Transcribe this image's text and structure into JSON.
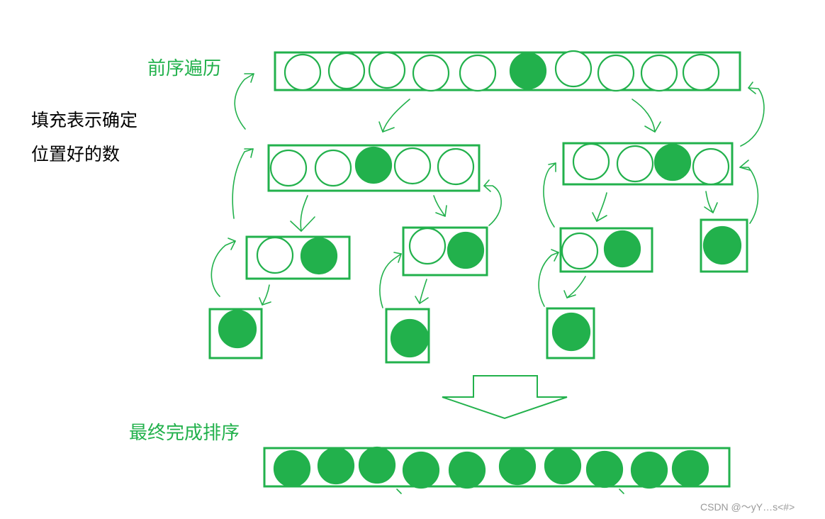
{
  "labels": {
    "preorder": "前序遍历",
    "note_line1": "填充表示确定",
    "note_line2": "位置好的数",
    "final": "最终完成排序",
    "watermark": "CSDN @～yY…s<#>"
  },
  "colors": {
    "green": "#22b14c",
    "text": "#000000",
    "watermark": "#9a9a9a",
    "background": "#ffffff"
  },
  "nodes": [
    {
      "name": "root-array",
      "cells": [
        0,
        0,
        0,
        0,
        0,
        1,
        0,
        0,
        0,
        0
      ]
    },
    {
      "name": "left-subarray",
      "cells": [
        0,
        0,
        1,
        0,
        0
      ]
    },
    {
      "name": "right-subarray",
      "cells": [
        0,
        0,
        1,
        0
      ]
    },
    {
      "name": "left-left-pair",
      "cells": [
        0,
        1
      ]
    },
    {
      "name": "left-right-pair",
      "cells": [
        0,
        1
      ]
    },
    {
      "name": "right-left-pair",
      "cells": [
        0,
        1
      ]
    },
    {
      "name": "right-right-single",
      "cells": [
        1
      ]
    },
    {
      "name": "leaf-1",
      "cells": [
        1
      ]
    },
    {
      "name": "leaf-2",
      "cells": [
        1
      ]
    },
    {
      "name": "leaf-3",
      "cells": [
        1
      ]
    },
    {
      "name": "final-sorted-array",
      "cells": [
        1,
        1,
        1,
        1,
        1,
        1,
        1,
        1,
        1,
        1
      ]
    }
  ]
}
